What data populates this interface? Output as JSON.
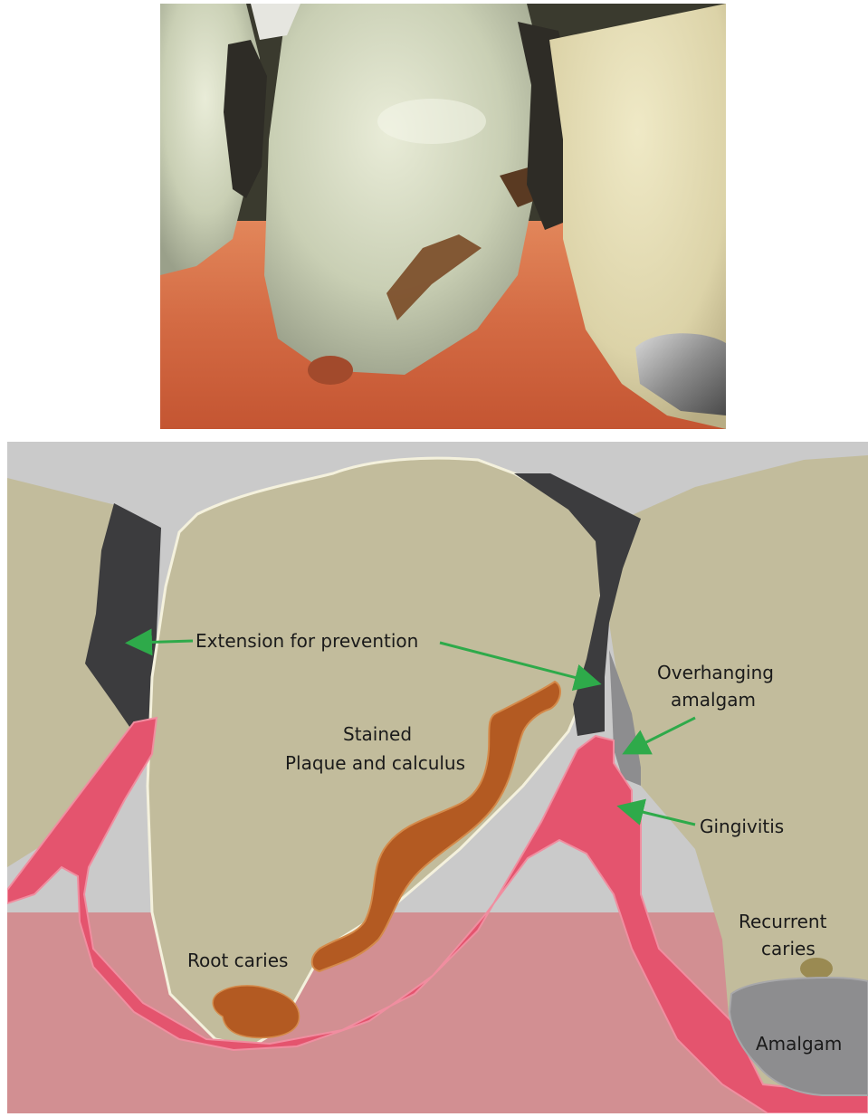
{
  "photo": {
    "kind": "clinical-photograph"
  },
  "diagram": {
    "labels": {
      "extension": "Extension for prevention",
      "overhanging_line1": "Overhanging",
      "overhanging_line2": "amalgam",
      "stained_line1": "Stained",
      "stained_line2": "Plaque and calculus",
      "gingivitis": "Gingivitis",
      "root_caries": "Root caries",
      "recurrent_line1": "Recurrent",
      "recurrent_line2": "caries",
      "amalgam": "Amalgam"
    },
    "colors": {
      "tooth": "#c2bc9c",
      "gingiva": "#e4546e",
      "bone": "#d28f92",
      "background": "#cacaca",
      "restoration_dark": "#3c3c3e",
      "amalgam": "#8d8d8f",
      "stain": "#b35a22",
      "arrow": "#2eaa4a"
    }
  }
}
